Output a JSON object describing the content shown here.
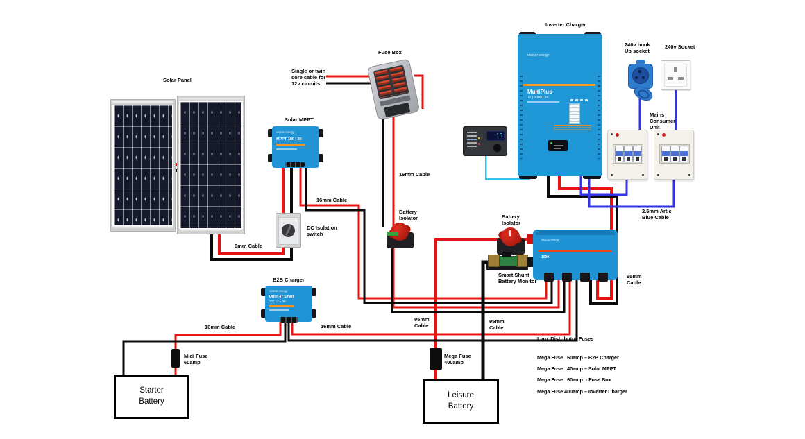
{
  "labels": {
    "solar_panel": "Solar Panel",
    "fuse_box": "Fuse Box",
    "core_cable_note": "Single or twin\ncore cable for\n12v circuits",
    "solar_mppt": "Solar MPPT",
    "inverter_charger": "Inverter Charger",
    "hookup_socket": "240v hook\nUp socket",
    "socket_240": "240v Socket",
    "mains_consumer_unit": "Mains\nConsumer\nUnit",
    "cable_16mm_mppt": "16mm Cable",
    "cable_16mm_fusebox": "16mm Cable",
    "cable_16mm_left": "16mm Cable",
    "cable_16mm_right": "16mm Cable",
    "dc_isolation_switch": "DC Isolation\nswitch",
    "battery_isolator_1": "Battery\nIsolator",
    "battery_isolator_2": "Battery\nIsolator",
    "cable_6mm": "6mm Cable",
    "artic_blue_cable": "2.5mm Artic\nBlue Cable",
    "b2b_charger": "B2B Charger",
    "midi_fuse": "Midi Fuse\n60amp",
    "smart_shunt": "Smart Shunt\nBattery Monitor",
    "cable_95mm_left": "95mm\nCable",
    "cable_95mm_mid": "95mm\nCable",
    "cable_95mm_right": "95mm\nCable",
    "mega_fuse": "Mega Fuse\n400amp",
    "starter_battery": "Starter\nBattery",
    "leisure_battery": "Leisure\nBattery"
  },
  "lynx_fuses": {
    "title": "Lynx Distributor Fuses",
    "items": [
      "Mega Fuse   60amp – B2B Charger",
      "Mega Fuse   40amp – Solar MPPT",
      "Mega Fuse   60amp  - Fuse Box",
      "Mega Fuse 400amp – Inverter Charger"
    ]
  },
  "devices": {
    "inverter": {
      "brand": "victron energy",
      "model": "MultiPlus",
      "spec": "12 | 2000 | 80"
    },
    "mppt": {
      "brand": "victron energy",
      "model": "MPPT 100 | 20"
    },
    "b2b": {
      "brand": "victron energy",
      "model": "Orion-Tr Smart",
      "spec": "12 | 12 – 30"
    },
    "lynx": {
      "brand": "victron energy",
      "model": "1000"
    },
    "remote": {
      "display_value": "16"
    }
  },
  "colors": {
    "wire_red": "#e81414",
    "wire_black": "#0a0a0a",
    "wire_blue": "#3232e6",
    "wire_cyan": "#25c8f0",
    "victron_blue": "#2094d4",
    "victron_orange": "#f7941e"
  }
}
